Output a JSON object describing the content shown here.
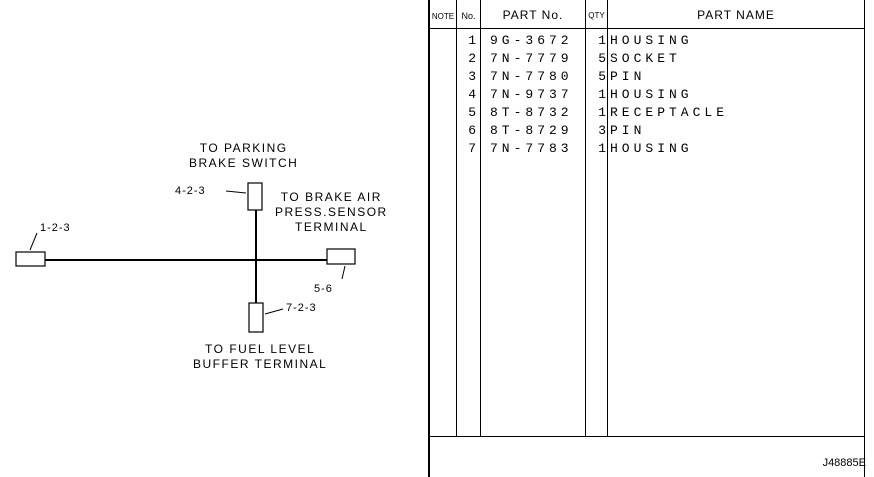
{
  "diagram": {
    "labels": {
      "parking": "TO PARKING\nBRAKE SWITCH",
      "brake_air": "TO BRAKE AIR\nPRESS.SENSOR\nTERMINAL",
      "fuel": "TO FUEL LEVEL\nBUFFER TERMINAL"
    },
    "refs": {
      "left_connector": "1-2-3",
      "top_connector": "4-2-3",
      "right_connector": "5-6",
      "bottom_connector": "7-2-3"
    }
  },
  "table": {
    "headers": {
      "note": "NOTE",
      "no": "No.",
      "part_no": "PART No.",
      "qty": "QTY",
      "part_name": "PART NAME"
    },
    "rows": [
      {
        "no": "1",
        "part_no": "9G-3672",
        "qty": "1",
        "name": "HOUSING"
      },
      {
        "no": "2",
        "part_no": "7N-7779",
        "qty": "5",
        "name": "SOCKET"
      },
      {
        "no": "3",
        "part_no": "7N-7780",
        "qty": "5",
        "name": "PIN"
      },
      {
        "no": "4",
        "part_no": "7N-9737",
        "qty": "1",
        "name": "HOUSING"
      },
      {
        "no": "5",
        "part_no": "8T-8732",
        "qty": "1",
        "name": "RECEPTACLE"
      },
      {
        "no": "6",
        "part_no": "8T-8729",
        "qty": "3",
        "name": "PIN"
      },
      {
        "no": "7",
        "part_no": "7N-7783",
        "qty": "1",
        "name": "HOUSING"
      }
    ],
    "drawing_id": "J48885E"
  }
}
